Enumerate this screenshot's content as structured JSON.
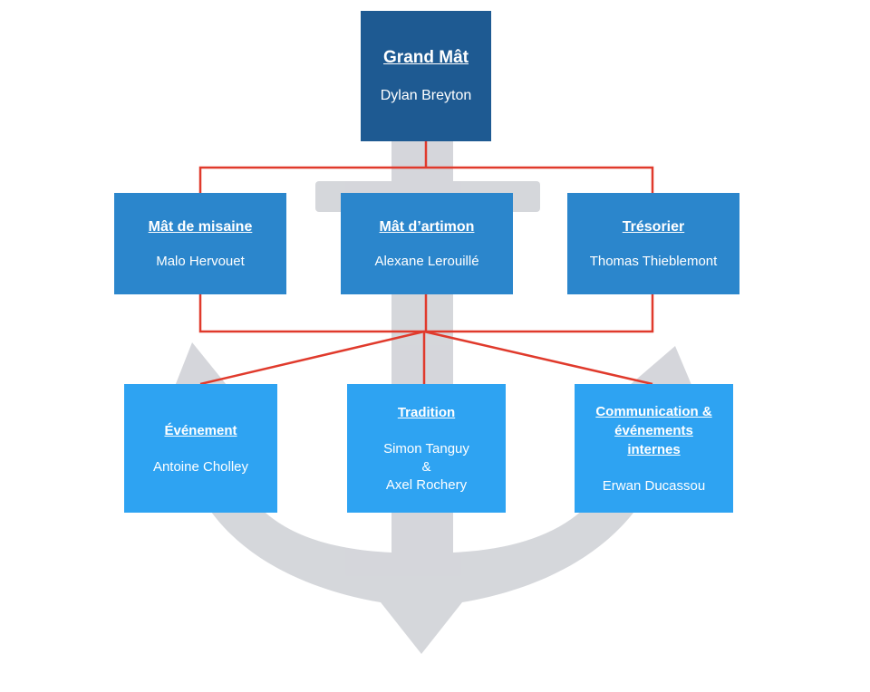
{
  "colors": {
    "top_box": "#1e5a92",
    "mid_box": "#2b86cc",
    "bottom_box": "#2ea3f2",
    "connector": "#e03a2c",
    "anchor_watermark": "#c7c9cf"
  },
  "top": {
    "title": "Grand Mât",
    "name": "Dylan Breyton"
  },
  "middle": [
    {
      "title": "Mât de misaine",
      "name": "Malo Hervouet"
    },
    {
      "title": "Mât d’artimon",
      "name": "Alexane Lerouillé"
    },
    {
      "title": "Trésorier",
      "name": "Thomas Thieblemont"
    }
  ],
  "bottom": [
    {
      "title": "Événement",
      "name": "Antoine Cholley"
    },
    {
      "title": "Tradition",
      "name_line1": "Simon Tanguy",
      "name_line2": "&",
      "name_line3": "Axel Rochery"
    },
    {
      "title_line1": "Communication &",
      "title_line2": "événements",
      "title_line3": "internes",
      "name": "Erwan Ducassou"
    }
  ]
}
